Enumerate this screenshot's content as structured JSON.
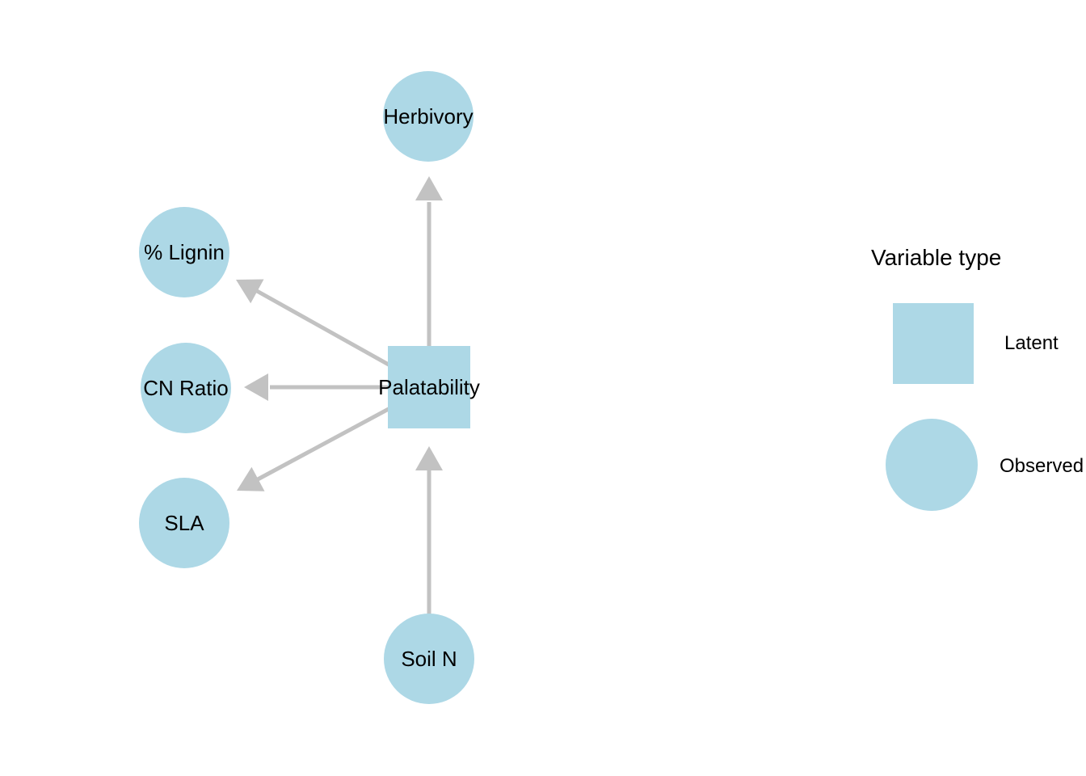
{
  "diagram": {
    "type": "sem-path-diagram",
    "background_color": "#ffffff",
    "node_fill_color": "#add8e6",
    "edge_color": "#c2c2c2",
    "text_color": "#000000",
    "nodes": [
      {
        "label": "Herbivory",
        "shape": "circle",
        "variable_type": "Observed"
      },
      {
        "label": "% Lignin",
        "shape": "circle",
        "variable_type": "Observed"
      },
      {
        "label": "CN Ratio",
        "shape": "circle",
        "variable_type": "Observed"
      },
      {
        "label": "SLA",
        "shape": "circle",
        "variable_type": "Observed"
      },
      {
        "label": "Soil N",
        "shape": "circle",
        "variable_type": "Observed"
      },
      {
        "label": "Palatability",
        "shape": "square",
        "variable_type": "Latent"
      }
    ],
    "edges": [
      {
        "from": "Palatability",
        "to": "Herbivory"
      },
      {
        "from": "Palatability",
        "to": "% Lignin"
      },
      {
        "from": "Palatability",
        "to": "CN Ratio"
      },
      {
        "from": "Palatability",
        "to": "SLA"
      },
      {
        "from": "Soil N",
        "to": "Palatability"
      }
    ]
  },
  "legend": {
    "title": "Variable type",
    "items": [
      {
        "shape": "square",
        "label": "Latent"
      },
      {
        "shape": "circle",
        "label": "Observed"
      }
    ]
  }
}
